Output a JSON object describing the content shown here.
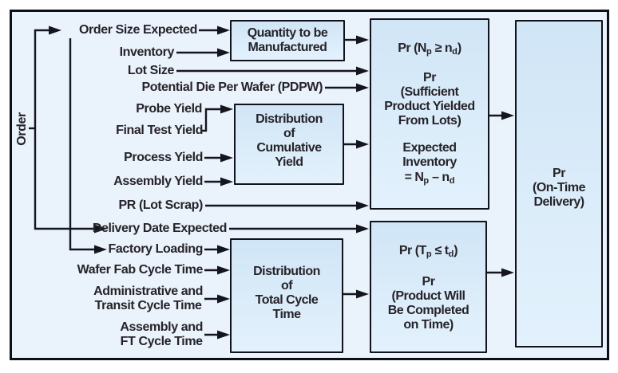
{
  "colors": {
    "panel_background": "#eaf2fb",
    "box_fill": "#d9eaf8",
    "line_color": "#14151d",
    "text_color": "#262329"
  },
  "order_source": {
    "label": "Order"
  },
  "inputs": {
    "order_size": "Order Size Expected",
    "inventory": "Inventory",
    "lot_size": "Lot Size",
    "pdpw": "Potential Die Per Wafer (PDPW)",
    "probe_yield": "Probe Yield",
    "final_test_yield": "Final Test Yield",
    "process_yield": "Process Yield",
    "assembly_yield": "Assembly Yield",
    "pr_lot_scrap": "PR (Lot Scrap)",
    "delivery_date": "Delivery Date Expected",
    "factory_loading": "Factory Loading",
    "wafer_fab_ct": "Wafer Fab Cycle Time",
    "admin_transit_ct_1": "Administrative and",
    "admin_transit_ct_2": "Transit Cycle Time",
    "assembly_ft_ct_1": "Assembly and",
    "assembly_ft_ct_2": "FT Cycle Time"
  },
  "process_boxes": {
    "quantity": {
      "lines": [
        "Quantity to be",
        "Manufactured"
      ]
    },
    "cumulative_yield": {
      "lines": [
        "Distribution",
        "of",
        "Cumulative",
        "Yield"
      ]
    },
    "total_cycle_time": {
      "lines": [
        "Distribution",
        "of",
        "Total Cycle",
        "Time"
      ]
    }
  },
  "probability_boxes": {
    "sufficient_product": {
      "formula_np": {
        "t1": "Pr (N",
        "s1": "p",
        "t2": " ≥ n",
        "s2": "d",
        "t3": ")"
      },
      "pr_lines": [
        "Pr",
        "(Sufficient",
        "Product Yielded",
        "From Lots)"
      ],
      "expected_lines": [
        "Expected",
        "Inventory"
      ],
      "formula_expr": {
        "t1": "= N",
        "s1": "p",
        "t2": " – n",
        "s2": "d"
      }
    },
    "completed_on_time": {
      "formula_tp": {
        "t1": "Pr (T",
        "s1": "p",
        "t2": " ≤ t",
        "s2": "d",
        "t3": ")"
      },
      "pr_lines": [
        "Pr",
        "(Product Will",
        "Be Completed",
        "on Time)"
      ]
    },
    "on_time_delivery": {
      "lines": [
        "Pr",
        "(On-Time",
        "Delivery)"
      ]
    }
  }
}
